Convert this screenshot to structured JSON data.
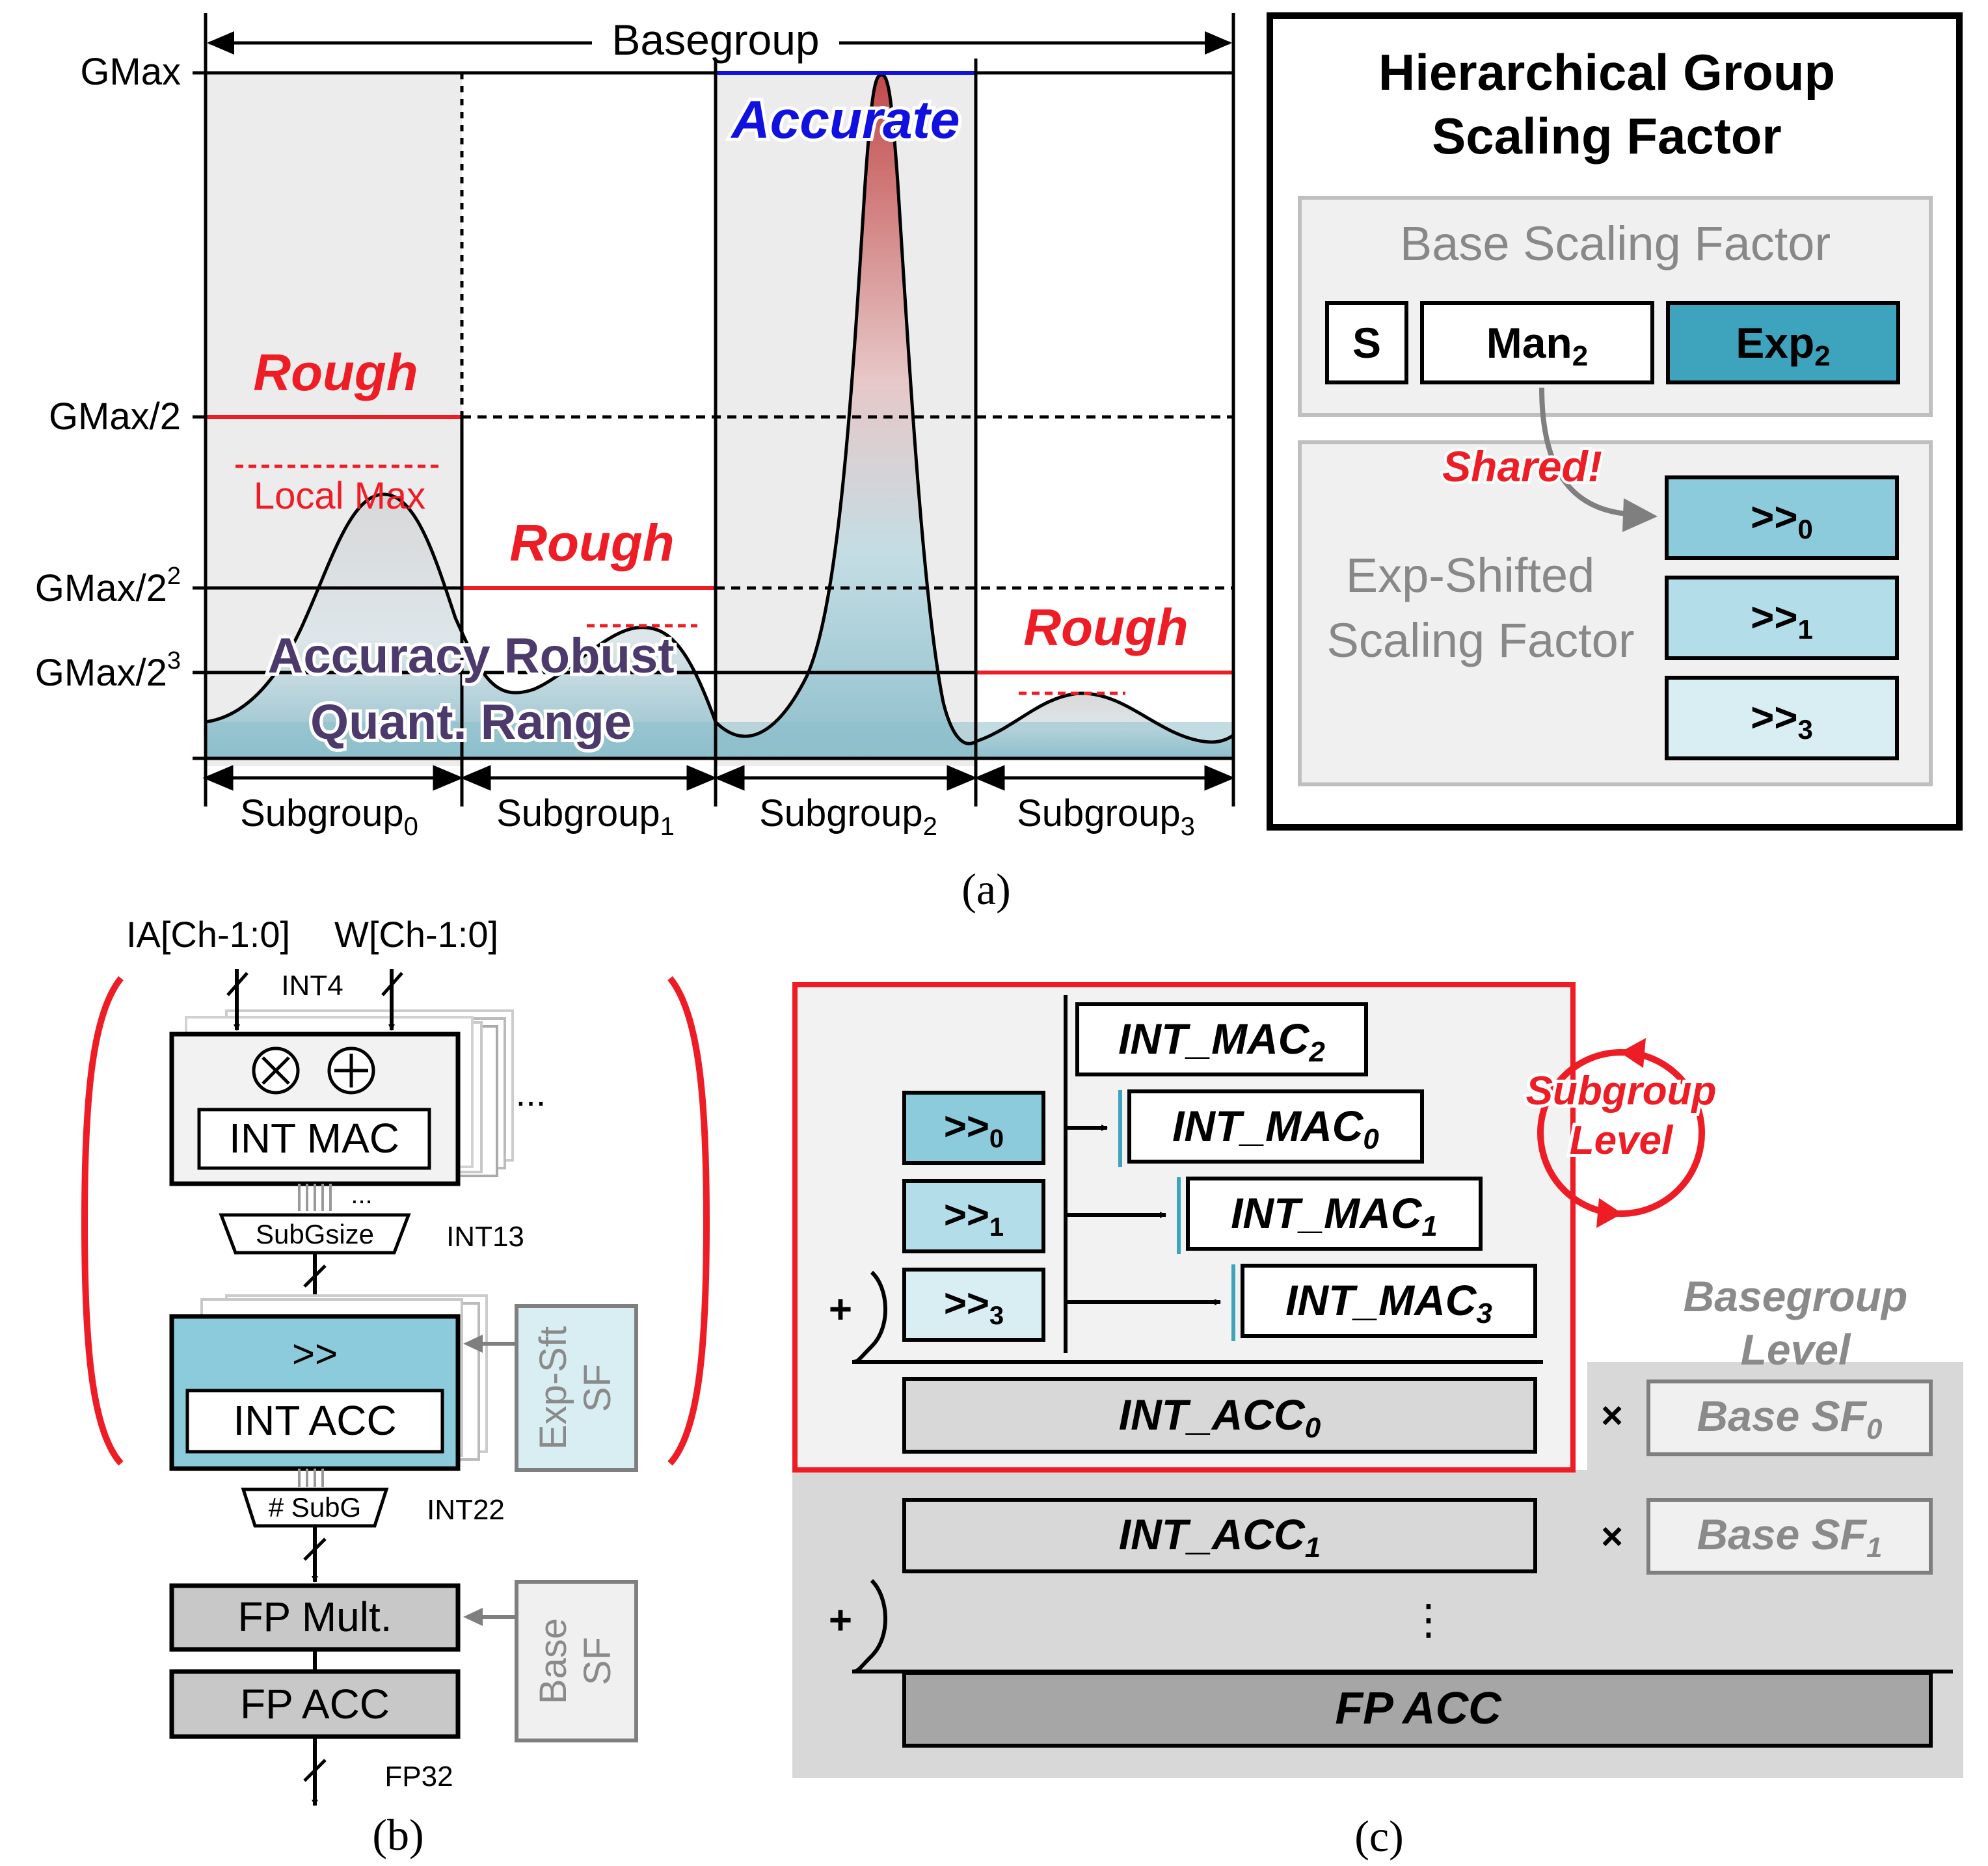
{
  "panel_a": {
    "basegroup": "Basegroup",
    "y_labels": {
      "gmax": "GMax",
      "gmax_2": "GMax/2",
      "gmax_4_base": "GMax/2",
      "gmax_4_sup": "2",
      "gmax_8_base": "GMax/2",
      "gmax_8_sup": "3"
    },
    "rough": "Rough",
    "accurate": "Accurate",
    "local_max": "Local Max",
    "range_line1": "Accuracy Robust",
    "range_line2": "Quant. Range",
    "subgroup": "Subgroup",
    "subgroup_idx": [
      "0",
      "1",
      "2",
      "3"
    ],
    "caption": "(a)",
    "colors": {
      "rough": "#ee1c25",
      "accurate": "#1010e0",
      "range_text": "#4b3a6b"
    }
  },
  "hgsf": {
    "title1": "Hierarchical Group",
    "title2": "Scaling Factor",
    "base_sf_title": "Base Scaling Factor",
    "s": "S",
    "man": "Man",
    "man_sub": "2",
    "exp": "Exp",
    "exp_sub": "2",
    "shared": "Shared!",
    "exp_shifted1": "Exp-Shifted",
    "exp_shifted2": "Scaling Factor",
    "shift": ">>",
    "shift_idx": [
      "0",
      "1",
      "3"
    ],
    "colors": {
      "exp": "#3ea3bc",
      "shift0": "#8ccbdb",
      "shift1": "#b3dde8",
      "shift3": "#d9eef3"
    }
  },
  "panel_b": {
    "ia": "IA[Ch-1:0]",
    "w": "W[Ch-1:0]",
    "int4": "INT4",
    "int_mac": "INT MAC",
    "dots": "...",
    "dots_small": "...",
    "subgsize": "SubGsize",
    "int13": "INT13",
    "shift": ">>",
    "int_acc": "INT ACC",
    "exp_sft_sf1": "Exp-Sft",
    "exp_sft_sf2": "SF",
    "n_subg": "# SubG",
    "int22": "INT22",
    "fp_mult": "FP Mult.",
    "fp_acc": "FP ACC",
    "base_sf1": "Base",
    "base_sf2": "SF",
    "fp32": "FP32",
    "caption": "(b)"
  },
  "panel_c": {
    "int_mac": "INT_MAC",
    "mac_idx": [
      "2",
      "0",
      "1",
      "3"
    ],
    "shift": ">>",
    "shift_idx": [
      "0",
      "1",
      "3"
    ],
    "plus": "+",
    "times": "×",
    "int_acc": "INT_ACC",
    "acc_idx": [
      "0",
      "1"
    ],
    "base_sf": "Base SF",
    "sf_idx": [
      "0",
      "1"
    ],
    "subgroup_level1": "Subgroup",
    "subgroup_level2": "Level",
    "basegroup_level1": "Basegroup",
    "basegroup_level2": "Level",
    "vdots": "⋮",
    "fp_acc": "FP ACC",
    "caption": "(c)"
  }
}
